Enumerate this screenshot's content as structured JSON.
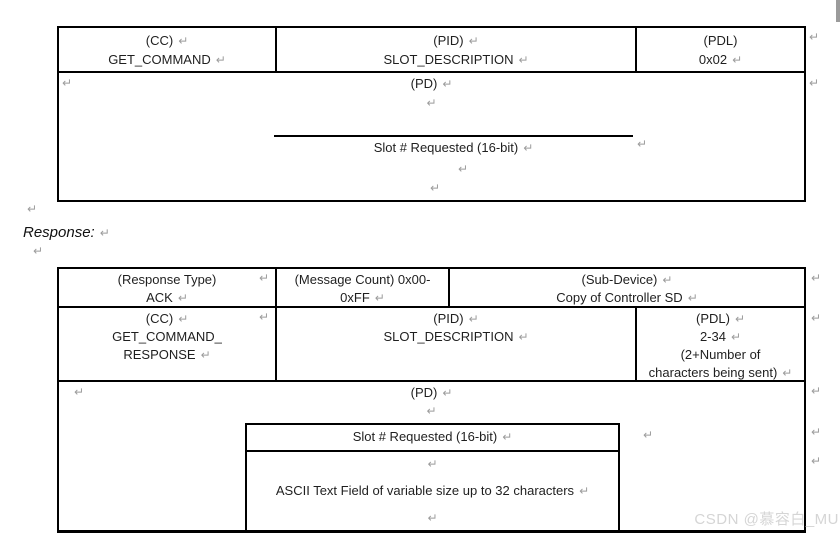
{
  "glyphs": {
    "line_break": "↵"
  },
  "colors": {
    "border": "#000000",
    "text": "#1f1f1f",
    "formatting_mark": "#9c9c9c",
    "watermark": "#d5d5d5"
  },
  "request_table": {
    "cc": {
      "label": "(CC)",
      "value": "GET_COMMAND"
    },
    "pid": {
      "label": "(PID)",
      "value": "SLOT_DESCRIPTION"
    },
    "pdl": {
      "label": "(PDL)",
      "value": "0x02"
    },
    "pd": {
      "label": "(PD)",
      "slot_field": "Slot # Requested (16-bit)"
    }
  },
  "response_heading": "Response:",
  "response_table": {
    "response_type": {
      "label": "(Response Type)",
      "value": "ACK"
    },
    "message_count": {
      "label_line1": "(Message Count) 0x00-",
      "label_line2": "0xFF"
    },
    "sub_device": {
      "label": "(Sub-Device)",
      "value": "Copy of Controller SD"
    },
    "cc": {
      "label": "(CC)",
      "value_line1": "GET_COMMAND_",
      "value_line2": "RESPONSE"
    },
    "pid": {
      "label": "(PID)",
      "value": "SLOT_DESCRIPTION"
    },
    "pdl": {
      "label": "(PDL)",
      "value": "2-34",
      "note_line1": "(2+Number of",
      "note_line2": "characters being sent)"
    },
    "pd": {
      "label": "(PD)",
      "slot_field": "Slot # Requested (16-bit)",
      "ascii_field": "ASCII Text Field of variable size up to 32 characters"
    }
  },
  "watermark": "CSDN @慕容白_MU"
}
